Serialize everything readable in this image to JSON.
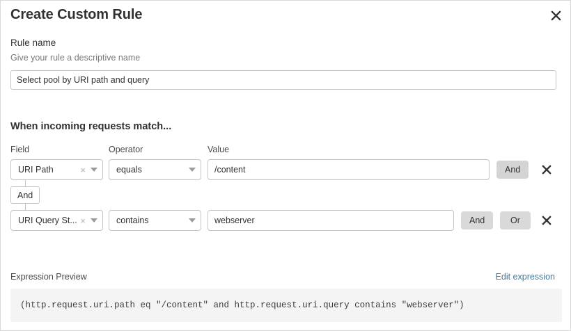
{
  "dialog": {
    "title": "Create Custom Rule",
    "close_icon": "close-icon"
  },
  "rule_name": {
    "label": "Rule name",
    "help": "Give your rule a descriptive name",
    "value": "Select pool by URI path and query",
    "placeholder": "Select pool by URI path and query"
  },
  "match_section": {
    "heading": "When incoming requests match...",
    "columns": {
      "field": "Field",
      "operator": "Operator",
      "value": "Value"
    },
    "connector": "And",
    "rows": [
      {
        "field": "URI Path",
        "operator": "equals",
        "value": "/content",
        "value_placeholder": "/content",
        "buttons": [
          "And"
        ],
        "delete_icon": "close-icon"
      },
      {
        "field": "URI Query St...",
        "operator": "contains",
        "value": "webserver",
        "value_placeholder": "webserver",
        "buttons": [
          "And",
          "Or"
        ],
        "delete_icon": "close-icon"
      }
    ]
  },
  "expression_preview": {
    "label": "Expression Preview",
    "edit_link": "Edit expression",
    "expression": "(http.request.uri.path eq \"/content\" and http.request.uri.query contains \"webserver\")"
  },
  "colors": {
    "link": "#3a7ca5",
    "chip": "#d4d4d4",
    "border": "#c4c4c4",
    "code_bg": "#f4f4f4"
  }
}
